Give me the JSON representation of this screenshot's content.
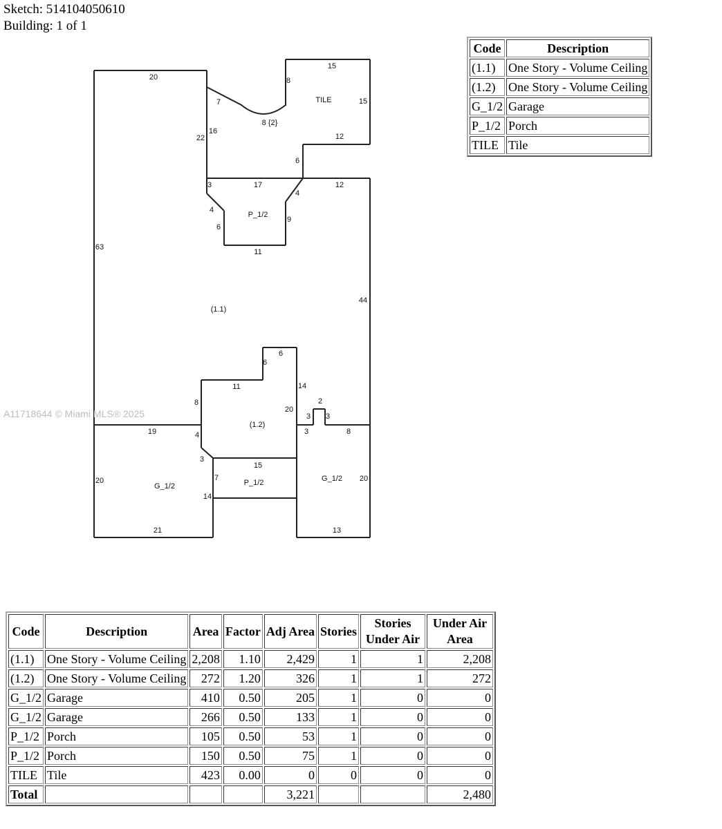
{
  "header": {
    "sketch": "Sketch: 514104050610",
    "building": "Building: 1 of 1"
  },
  "watermark": "A11718644 © Miami MLS® 2025",
  "legend": {
    "headers": [
      "Code",
      "Description"
    ],
    "rows": [
      [
        "(1.1)",
        "One Story - Volume Ceiling"
      ],
      [
        "(1.2)",
        "One Story - Volume Ceiling"
      ],
      [
        "G_1/2",
        "Garage"
      ],
      [
        "P_1/2",
        "Porch"
      ],
      [
        "TILE",
        "Tile"
      ]
    ]
  },
  "sketch_labels": [
    "20",
    "15",
    "8",
    "TILE",
    "15",
    "7",
    "8 {2}",
    "16",
    "22",
    "12",
    "6",
    "3",
    "17",
    "12",
    "4",
    "4",
    "P_1/2",
    "9",
    "6",
    "63",
    "11",
    "44",
    "(1.1)",
    "6",
    "6",
    "11",
    "14",
    "8",
    "2",
    "20",
    "3",
    "3",
    "(1.2)",
    "19",
    "4",
    "3",
    "8",
    "3",
    "15",
    "7",
    "P_1/2",
    "G_1/2",
    "20",
    "20",
    "G_1/2",
    "14",
    "21",
    "13"
  ],
  "areas": {
    "headers": [
      "Code",
      "Description",
      "Area",
      "Factor",
      "Adj Area",
      "Stories",
      "Stories Under Air",
      "Under Air Area"
    ],
    "rows": [
      [
        "(1.1)",
        "One Story - Volume Ceiling",
        "2,208",
        "1.10",
        "2,429",
        "1",
        "1",
        "2,208"
      ],
      [
        "(1.2)",
        "One Story - Volume Ceiling",
        "272",
        "1.20",
        "326",
        "1",
        "1",
        "272"
      ],
      [
        "G_1/2",
        "Garage",
        "410",
        "0.50",
        "205",
        "1",
        "0",
        "0"
      ],
      [
        "G_1/2",
        "Garage",
        "266",
        "0.50",
        "133",
        "1",
        "0",
        "0"
      ],
      [
        "P_1/2",
        "Porch",
        "105",
        "0.50",
        "53",
        "1",
        "0",
        "0"
      ],
      [
        "P_1/2",
        "Porch",
        "150",
        "0.50",
        "75",
        "1",
        "0",
        "0"
      ],
      [
        "TILE",
        "Tile",
        "423",
        "0.00",
        "0",
        "0",
        "0",
        "0"
      ]
    ],
    "total": [
      "Total",
      "",
      "",
      "",
      "3,221",
      "",
      "",
      "2,480"
    ]
  }
}
